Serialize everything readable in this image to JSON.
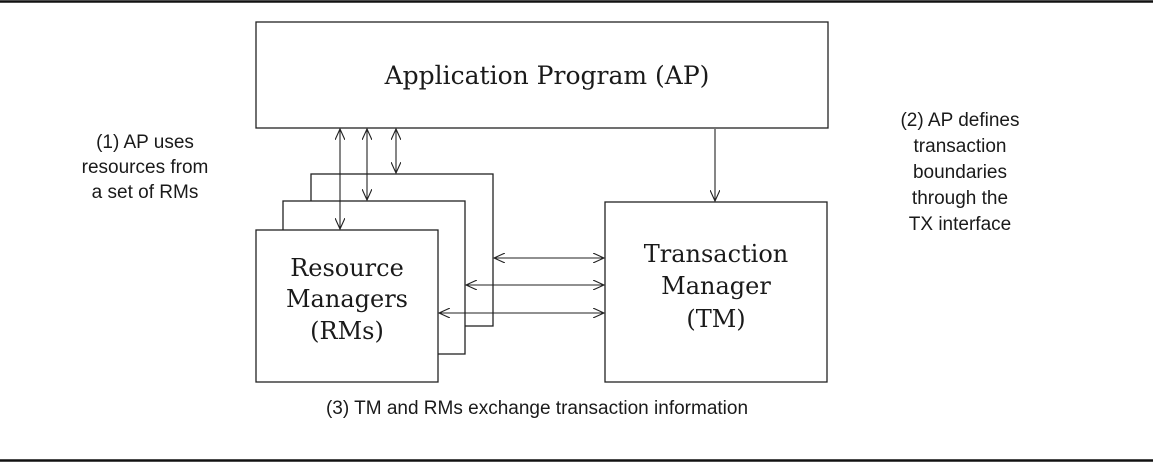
{
  "diagram": {
    "ap_box": {
      "label": "Application Program (AP)"
    },
    "rm_box": {
      "lines": [
        "Resource",
        "Managers",
        "(RMs)"
      ]
    },
    "tm_box": {
      "lines": [
        "Transaction",
        "Manager",
        "(TM)"
      ]
    },
    "note_left": {
      "lines": [
        "(1) AP uses",
        "resources from",
        "a set of RMs"
      ]
    },
    "note_right": {
      "lines": [
        "(2) AP defines",
        "transaction",
        "boundaries",
        "through the",
        "TX interface"
      ]
    },
    "note_bottom": {
      "text": "(3) TM and RMs exchange transaction information"
    }
  }
}
